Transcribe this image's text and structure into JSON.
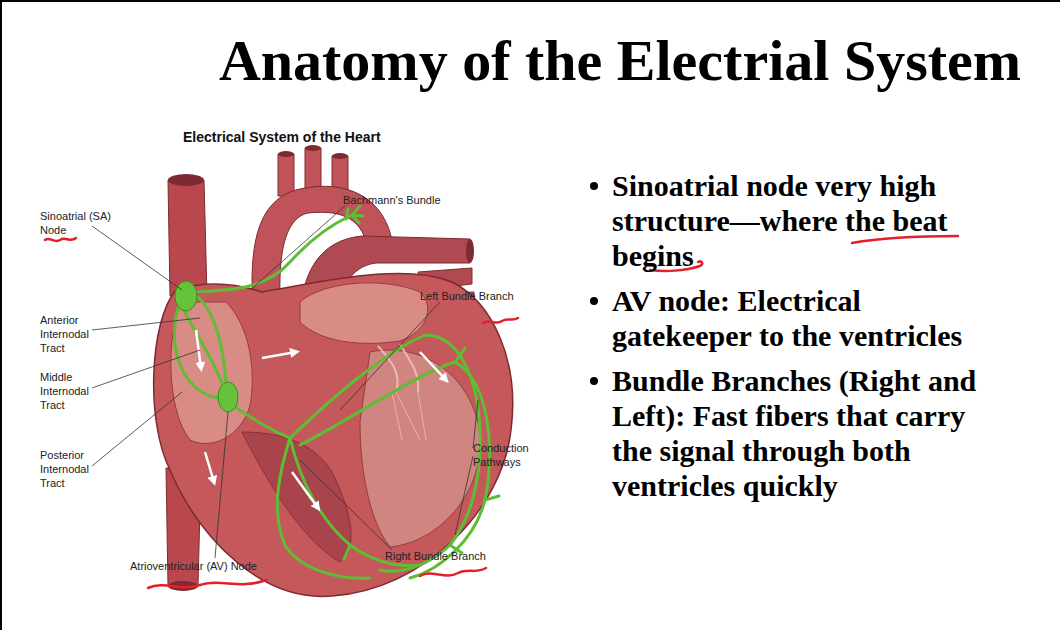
{
  "diagram": {
    "title": "Anatomy of the Electrial System",
    "labels": [
      "Electrical System of the Heart",
      "Sinoatrial (SA) Node",
      "Anterior Internodal Tract",
      "Middle Internodal Tract",
      "Posterior Internodal Tract",
      "Atrioventricular (AV) Node",
      "Bachmann's Bundle",
      "Left Bundle Branch",
      "Conduction Pathways",
      "Right Bundle Branch",
      "Sinoatrial node very high structure—where the beat begins",
      "AV node: Electrical gatekeeper to the ventricles",
      "Bundle Branches (Right and Left): Fast fibers that carry the signal through both ventricles quickly"
    ]
  }
}
